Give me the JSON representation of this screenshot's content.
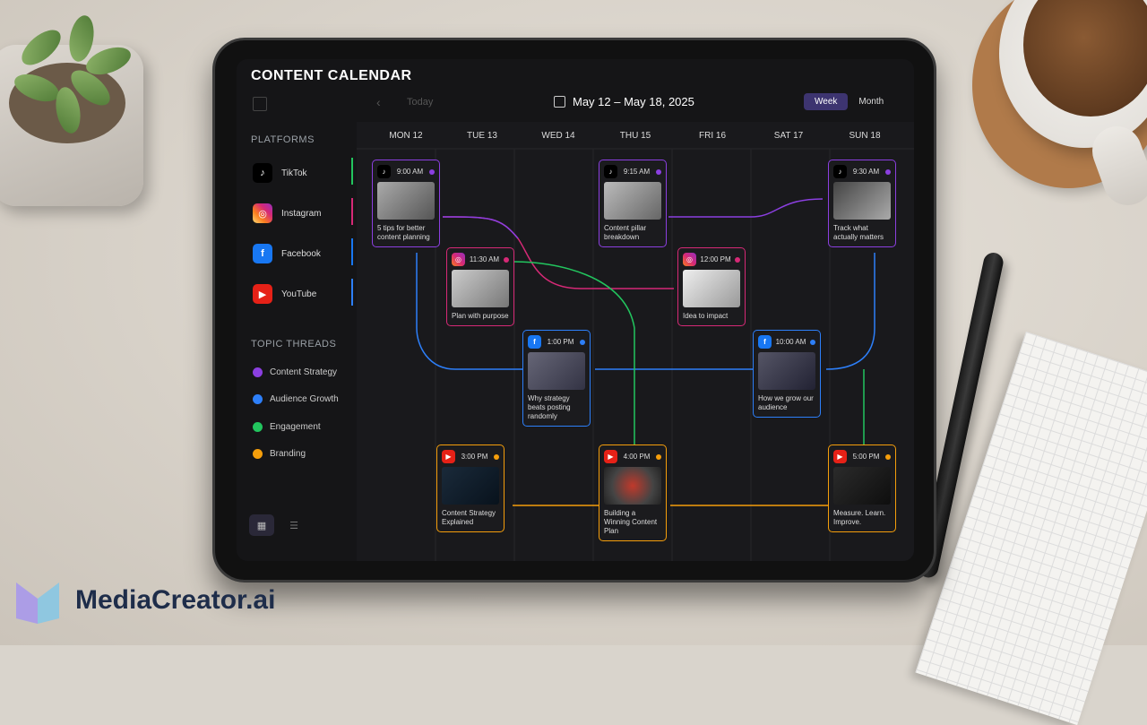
{
  "app": {
    "title": "CONTENT CALENDAR"
  },
  "toolbar": {
    "prev_label": "‹",
    "today_label": "Today",
    "date_range": "May 12 – May 18, 2025",
    "view_week": "Week",
    "view_month": "Month"
  },
  "sidebar": {
    "platforms_heading": "PLATFORMS",
    "platforms": [
      {
        "label": "TikTok",
        "icon": "tiktok-icon",
        "color": "#25f4ee"
      },
      {
        "label": "Instagram",
        "icon": "instagram-icon",
        "color": "#d62976"
      },
      {
        "label": "Facebook",
        "icon": "facebook-icon",
        "color": "#1877f2"
      },
      {
        "label": "YouTube",
        "icon": "youtube-icon",
        "color": "#ff0000"
      }
    ],
    "topics_heading": "TOPIC THREADS",
    "topics": [
      {
        "label": "Content Strategy",
        "color": "#8b3fe0"
      },
      {
        "label": "Audience Growth",
        "color": "#2d7ff9"
      },
      {
        "label": "Engagement",
        "color": "#22c55e"
      },
      {
        "label": "Branding",
        "color": "#f59e0b"
      }
    ]
  },
  "days": [
    "MON 12",
    "TUE 13",
    "WED 14",
    "THU 15",
    "FRI 16",
    "SAT 17",
    "SUN 18"
  ],
  "posts": [
    {
      "time": "9:00 AM",
      "caption": "5 tips for better content planning",
      "platform": "tiktok",
      "topic_color": "#8b3fe0"
    },
    {
      "time": "11:30 AM",
      "caption": "Plan with purpose",
      "platform": "instagram",
      "topic_color": "#d62976"
    },
    {
      "time": "1:00 PM",
      "caption": "Why strategy beats posting randomly",
      "platform": "facebook",
      "topic_color": "#2d7ff9"
    },
    {
      "time": "9:15 AM",
      "caption": "Content pillar breakdown",
      "platform": "tiktok",
      "topic_color": "#8b3fe0"
    },
    {
      "time": "12:00 PM",
      "caption": "Idea to impact",
      "platform": "instagram",
      "topic_color": "#d62976"
    },
    {
      "time": "10:00 AM",
      "caption": "How we grow our audience",
      "platform": "facebook",
      "topic_color": "#2d7ff9"
    },
    {
      "time": "9:30 AM",
      "caption": "Track what actually matters",
      "platform": "tiktok",
      "topic_color": "#8b3fe0"
    },
    {
      "time": "3:00 PM",
      "caption": "Content Strategy Explained",
      "platform": "youtube",
      "topic_color": "#f59e0b"
    },
    {
      "time": "4:00 PM",
      "caption": "Building a Winning Content Plan",
      "platform": "youtube",
      "topic_color": "#f59e0b"
    },
    {
      "time": "5:00 PM",
      "caption": "Measure. Learn. Improve.",
      "platform": "youtube",
      "topic_color": "#f59e0b"
    }
  ],
  "brand": {
    "name": "MediaCreator.ai"
  }
}
